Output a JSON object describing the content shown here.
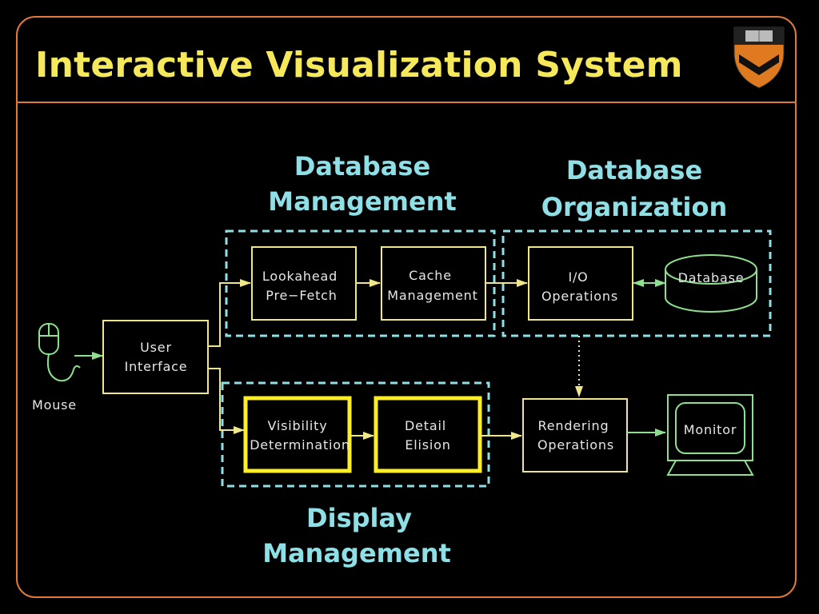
{
  "slide": {
    "title": "Interactive Visualization System"
  },
  "groups": {
    "database_management": [
      "Database",
      "Management"
    ],
    "database_organization": [
      "Database",
      "Organization"
    ],
    "display_management": [
      "Display",
      "Management"
    ]
  },
  "nodes": {
    "mouse": "Mouse",
    "user_interface": [
      "User",
      "Interface"
    ],
    "lookahead": [
      "Lookahead",
      "Pre−Fetch"
    ],
    "cache": [
      "Cache",
      "Management"
    ],
    "io": [
      "I/O",
      "Operations"
    ],
    "database": "Database",
    "visibility": [
      "Visibility",
      "Determination"
    ],
    "detail": [
      "Detail",
      "Elision"
    ],
    "rendering": [
      "Rendering",
      "Operations"
    ],
    "monitor": "Monitor"
  },
  "colors": {
    "frame": "#e07a3a",
    "title": "#f5e85a",
    "box": "#f0e68c",
    "highlight": "#ffee22",
    "group_border": "#8fe0e6",
    "green": "#8ee08e",
    "text": "#e6e6e6"
  }
}
